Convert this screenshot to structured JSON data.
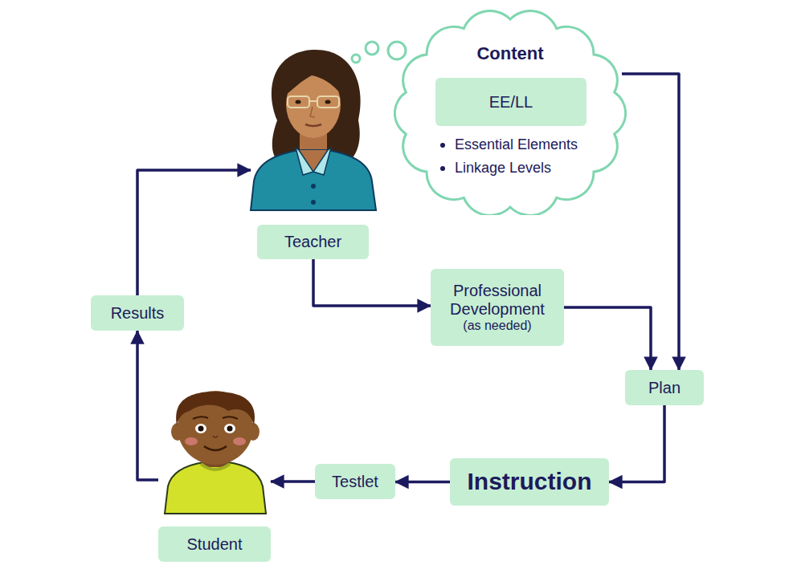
{
  "diagram": {
    "nodes": [
      {
        "text": [
          "Content",
          "Essential Elements",
          "Linkage Levels"
        ]
      },
      {
        "text": [
          "EE/LL"
        ],
        "in": 0
      },
      {
        "text": [
          "Teacher"
        ]
      },
      {
        "text": [
          "Professional Development",
          "(as needed)"
        ]
      },
      {
        "text": [
          "Results"
        ]
      },
      {
        "text": [
          "Plan"
        ]
      },
      {
        "text": [
          "Instruction"
        ]
      },
      {
        "text": [
          "Testlet"
        ]
      },
      {
        "text": [
          "Student"
        ]
      }
    ],
    "edges": [
      {
        "from": 0,
        "to": 5,
        "arrow": "to"
      },
      {
        "from": 2,
        "to": 3,
        "arrow": "to"
      },
      {
        "from": 3,
        "to": 5,
        "arrow": "to"
      },
      {
        "from": 5,
        "to": 6,
        "arrow": "to"
      },
      {
        "from": 6,
        "to": 7,
        "arrow": "to"
      },
      {
        "from": 7,
        "to": 8,
        "arrow": "to"
      },
      {
        "from": 8,
        "to": 4,
        "arrow": "to"
      },
      {
        "from": 4,
        "to": 2,
        "arrow": "to"
      }
    ]
  }
}
